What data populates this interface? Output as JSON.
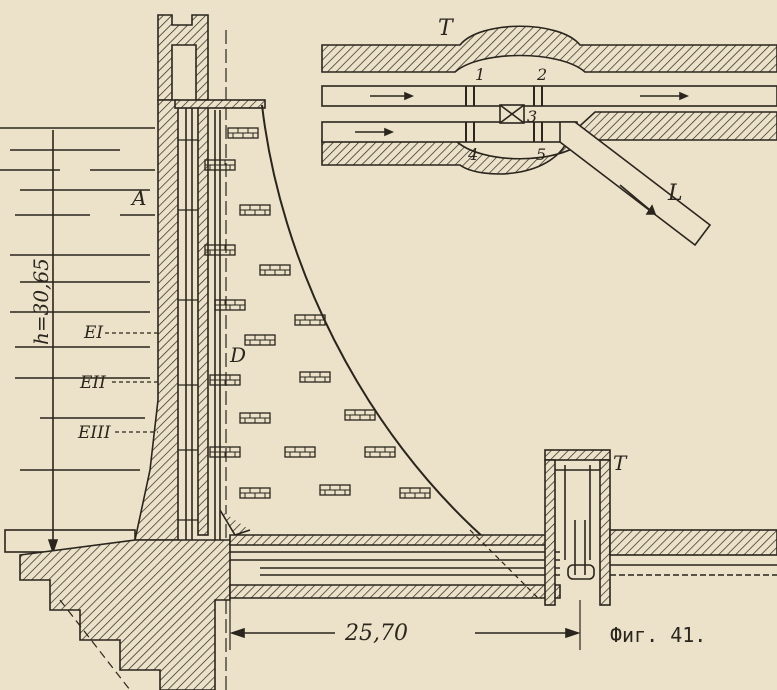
{
  "figure": {
    "caption": "Фиг. 41.",
    "labels": {
      "tunnel_top": "T",
      "tower_right": "T",
      "valve_1": "1",
      "valve_2": "2",
      "valve_3": "3",
      "valve_4": "4",
      "valve_5": "5",
      "outlet_pipe": "L",
      "upstream_face": "A",
      "shaft": "D",
      "level_1": "EI",
      "level_2": "EII",
      "level_3": "EIII"
    },
    "dimensions": {
      "height": "h=30,65",
      "base_width": "25,70"
    }
  },
  "colors": {
    "paper": "#ebe2c9",
    "ink": "#2a251d"
  }
}
